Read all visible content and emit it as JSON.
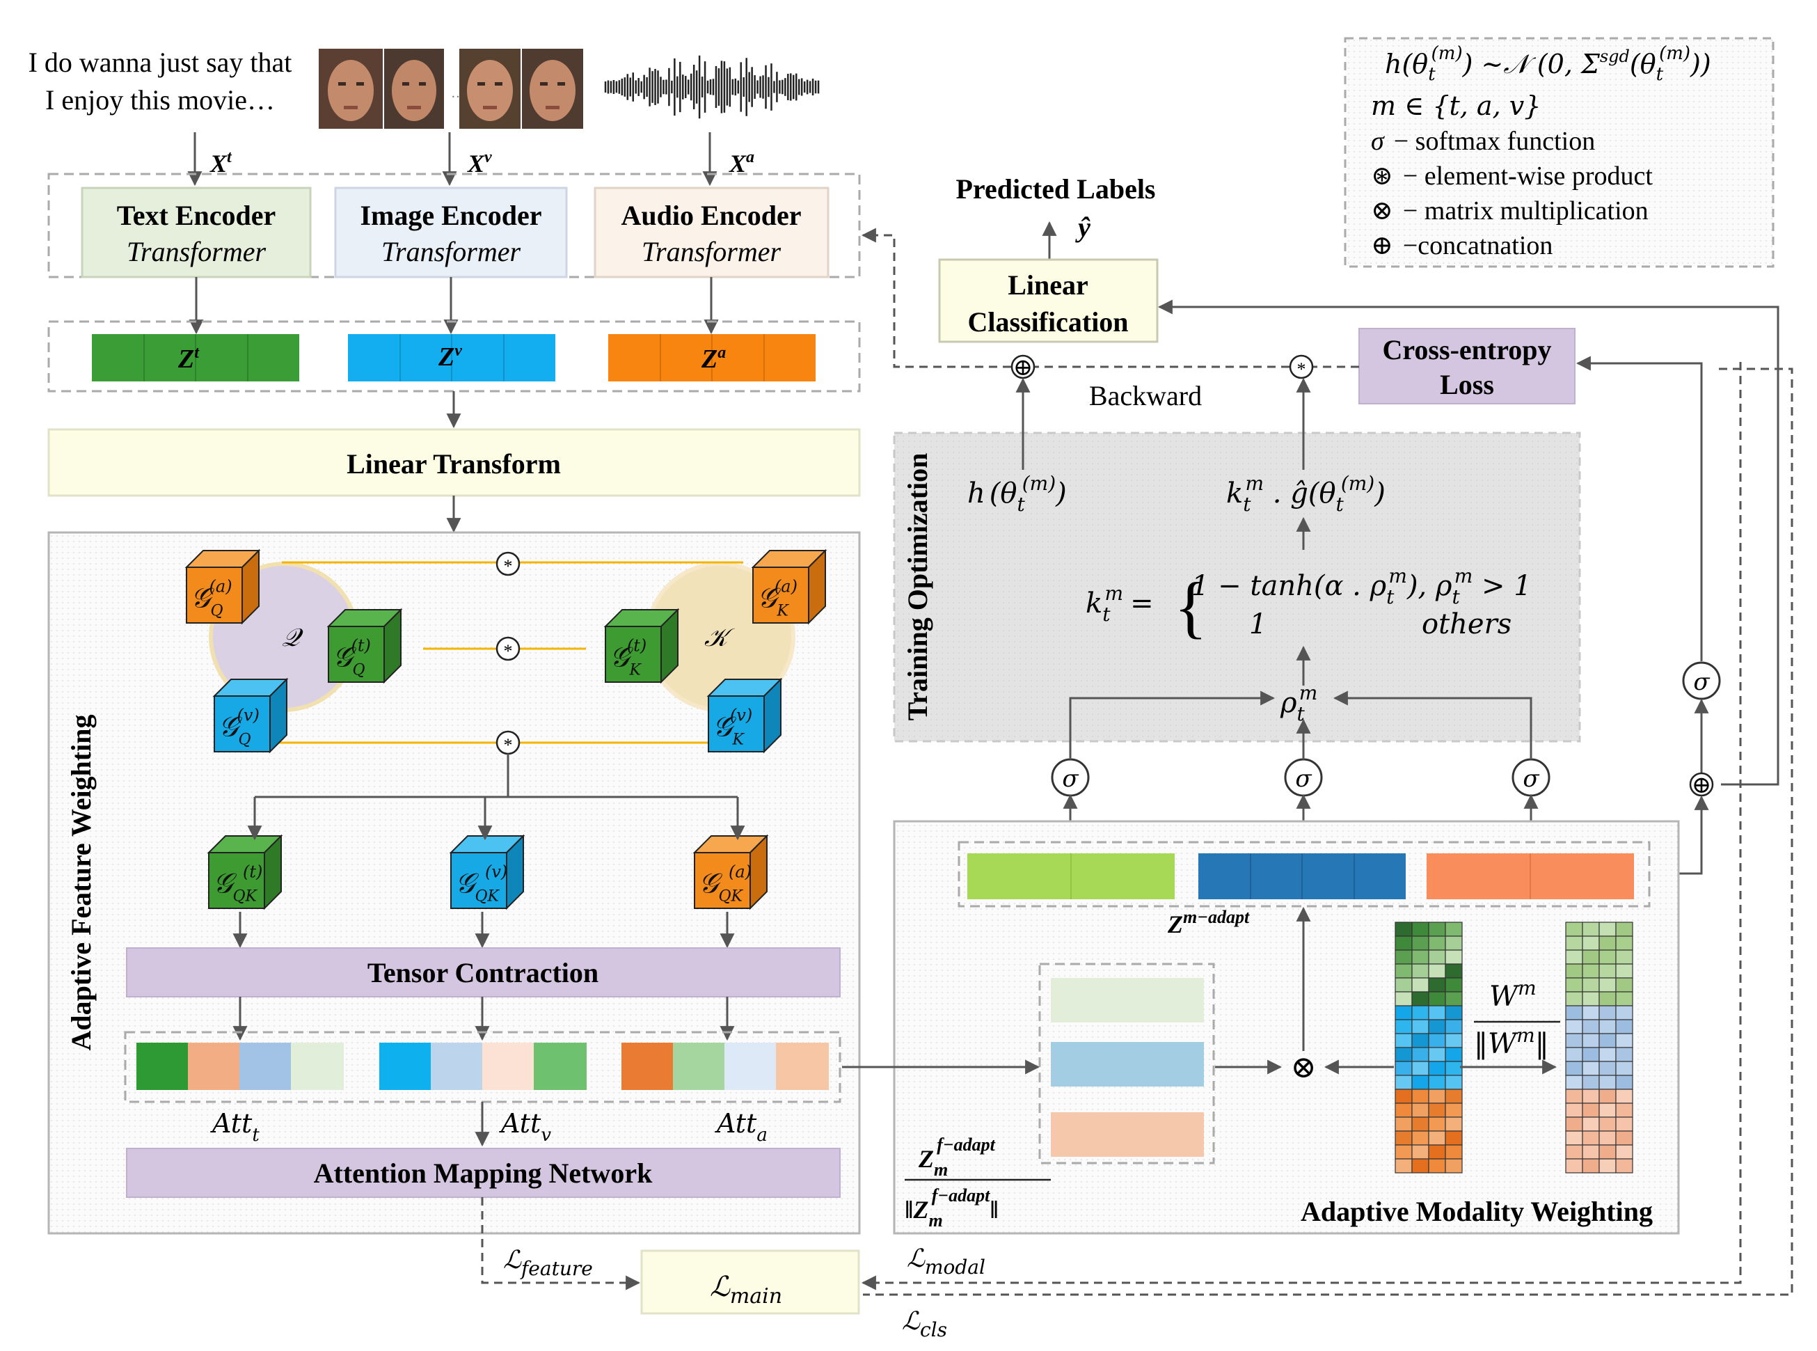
{
  "input": {
    "text_line1": "I do wanna just say that",
    "text_line2": "I enjoy this movie…",
    "xt": "X",
    "xt_sup": "t",
    "xv": "X",
    "xv_sup": "v",
    "xa": "X",
    "xa_sup": "a",
    "frames_ellipsis": "…"
  },
  "encoders": {
    "text_title": "Text Encoder",
    "image_title": "Image Encoder",
    "audio_title": "Audio Encoder",
    "sub": "Transformer"
  },
  "features": {
    "zt": "Z",
    "zt_sup": "t",
    "zv": "Z",
    "zv_sup": "v",
    "za": "Z",
    "za_sup": "a"
  },
  "linear_transform": "Linear Transform",
  "afw": {
    "title": "Adaptive Feature Weighting",
    "q": "𝒬",
    "k": "𝒦",
    "g": "𝒢",
    "sub_q": "Q",
    "sub_k": "K",
    "sub_qk": "QK",
    "sup_a": "(a)",
    "sup_t": "(t)",
    "sup_v": "(v)",
    "star": "*",
    "tensor_contraction": "Tensor Contraction",
    "att_t": "Att",
    "att_t_sub": "t",
    "att_v": "Att",
    "att_v_sub": "v",
    "att_a": "Att",
    "att_a_sub": "a",
    "attention_mapping": "Attention Mapping Network"
  },
  "losses": {
    "feature": "ℒ",
    "feature_sub": "feature",
    "main": "ℒ",
    "main_sub": "main",
    "modal": "ℒ",
    "modal_sub": "modal",
    "cls": "ℒ",
    "cls_sub": "cls"
  },
  "prediction": {
    "title": "Predicted Labels",
    "yhat": "ŷ",
    "classifier_line1": "Linear",
    "classifier_line2": "Classification",
    "cross_entropy_line1": "Cross-entropy",
    "cross_entropy_line2": "Loss",
    "backward": "Backward",
    "oplus": "⊕",
    "circled_star": "*"
  },
  "training": {
    "title": "Training Optimization",
    "h": "h",
    "theta": "θ",
    "sub_t": "t",
    "sup_m": "(m)",
    "km_g": "k",
    "km_sup": "m",
    "g_hat": "ĝ",
    "km_eq": "=",
    "case1": "1 − tanh(α . ρ",
    "case1_tail": "), ρ",
    "case1_end": " > 1",
    "case2_val": "1",
    "case2_cond": "others",
    "rho": "ρ",
    "sigma": "σ"
  },
  "amw": {
    "title": "Adaptive Modality Weighting",
    "zm_adapt": "Z",
    "zm_adapt_sup": "m−adapt",
    "zf_num": "Z",
    "zf_sub": "m",
    "zf_sup": "f−adapt",
    "wm": "W",
    "wm_sup": "m",
    "wm_den": "‖W",
    "wm_den_close": "‖",
    "otimes": "⊗"
  },
  "legend": {
    "line1_lhs": "h(θ",
    "line1_rhs": ") ~𝒩 (0, Σ",
    "line1_sgd": "sgd",
    "line1_close": ")",
    "line2": "m ∈ {t, a, v}",
    "line3_sym": "σ",
    "line3": "− softmax function",
    "line4_sym": "⊛",
    "line4": "− element-wise product",
    "line5_sym": "⊗",
    "line5": "− matrix multiplication",
    "line6_sym": "⊕",
    "line6": "−concatnation"
  },
  "colors": {
    "text_green": "#3a9d35",
    "image_blue": "#13aeef",
    "audio_orange": "#f7850f",
    "cube_green": "#3d9b32",
    "cube_blue": "#17a8e6",
    "cube_orange": "#f28a1c",
    "purple_bar": "#d4c6e0",
    "linear_yellow": "#fdfde6",
    "panel_gray": "#e2e2e2"
  }
}
